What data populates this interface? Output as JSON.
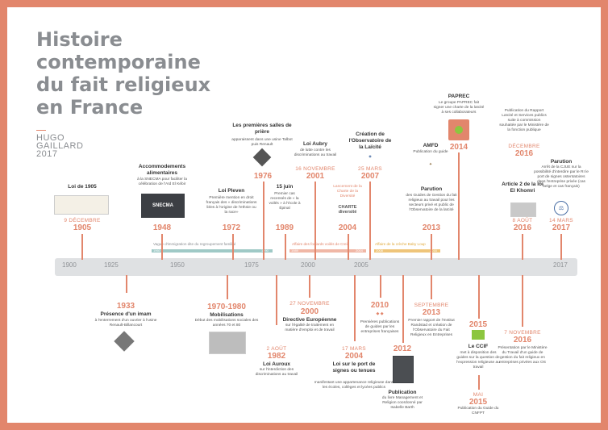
{
  "title": "Histoire contemporaine du fait religieux en France",
  "author": "HUGO GAILLARD 2017",
  "ticks": [
    "1900",
    "1925",
    "1950",
    "1975",
    "2000",
    "2005",
    "2017"
  ],
  "bands": [
    {
      "label": "Vague d'immigration dite du regroupement familial",
      "start": "1960",
      "end": "1990"
    },
    {
      "label": "Affaire des foulards voilés de Creil",
      "start": "1989",
      "end": "2004"
    },
    {
      "label": "Affaire de la crèche Baby Loup",
      "start": "2008",
      "end": "2016"
    }
  ],
  "events": {
    "e1905": {
      "date": "9 DÉCEMBRE",
      "year": "1905",
      "title": "Loi de 1905"
    },
    "e1933": {
      "year": "1933",
      "title": "Présence d'un imam",
      "desc": "à l'enterrement d'un ouvrier à l'usine Renault-Billancourt"
    },
    "e1948": {
      "year": "1948",
      "title": "Accommodements alimentaires",
      "desc": "à la SNECMA pour faciliter la célébration de l'Aïd El Kébir",
      "img": "SNECMA"
    },
    "e1970": {
      "year": "1970-1980",
      "title": "Mobilisations",
      "desc": "Début des mobilisations sociales des années 70 et 80"
    },
    "e1972": {
      "year": "1972",
      "title": "Loi Pleven",
      "desc": "Première mention en droit français des « discriminations liées à l'origine de l'ethnie ou la race»"
    },
    "e1976": {
      "year": "1976",
      "title": "Les premières salles de prière",
      "desc": "apparaissent dans une usine Talbot puis Renault"
    },
    "e1982": {
      "date": "2 AOÛT",
      "year": "1982",
      "title": "Loi Auroux",
      "desc": "sur l'interdiction des discriminations au travail"
    },
    "e1989": {
      "date": "15 juin",
      "year": "1989",
      "desc": "Premier cas recensés de « la voilés » à l'école à Épinal"
    },
    "e2000": {
      "date": "27 NOVEMBRE",
      "year": "2000",
      "title": "Directive Européenne",
      "desc": "sur l'égalité de traitement en matière d'emploi et de travail"
    },
    "e2001": {
      "date": "16 NOVEMBRE",
      "year": "2001",
      "title": "Loi Aubry",
      "desc": "de lutte contre les discriminations au travail"
    },
    "e2004a": {
      "year": "2004",
      "desc": "Lancement de la Charte de la Diversité",
      "logo": "CHARTE diversité"
    },
    "e2004b": {
      "date": "17 MARS",
      "year": "2004",
      "title": "Loi sur le port de signes ou tenues",
      "desc": "manifestant une appartenance religieuse dans les écoles, collèges et lycées publics"
    },
    "e2007": {
      "date": "25 MARS",
      "year": "2007",
      "title": "Création de l'Observatoire de la Laïcité"
    },
    "e2010": {
      "year": "2010",
      "desc": "Premières publications de guides par les entreprises françaises"
    },
    "e2012": {
      "year": "2012",
      "title": "Publication",
      "desc": "du livre Management et Religion coordonné par Isabelle Barth"
    },
    "e2013a": {
      "year": "2013",
      "title": "Parution",
      "desc": "des Guides de Gestion du fait religieux au travail pour les secteurs privé et public de l'Observatoire de la laïcité"
    },
    "e2013b": {
      "date": "SEPTEMBRE",
      "year": "2013",
      "desc": "Premier rapport de l'Institut Randstad et création de l'Observatoire du Fait Religieux en Entreprises"
    },
    "e2013c": {
      "title": "AMFD",
      "desc": "Publication du guide"
    },
    "e2014": {
      "year": "2014",
      "title": "PAPREC",
      "desc": "Le groupe PAPREC fait signer une charte de la laïcité à ses collaborateurs"
    },
    "e2015a": {
      "year": "2015",
      "title": "Le CCIF",
      "desc": "met à disposition des guides sur la question de l'expression religieuse au travail"
    },
    "e2015b": {
      "date": "MAI",
      "year": "2015",
      "desc": "Publication du Guide du CNFPT"
    },
    "e2016a": {
      "date": "8 AOÛT",
      "year": "2016",
      "title": "Article 2 de la loi El Khomri"
    },
    "e2016b": {
      "date": "DÉCEMBRE",
      "year": "2016",
      "desc": "Publication du Rapport Laïcité et Services publics suite à commission souhaitée par le Ministère de la fonction publique"
    },
    "e2016c": {
      "date": "7 NOVEMBRE",
      "year": "2016",
      "desc": "Présentation par le Ministère du Travail d'un guide de gestion du fait religieux en entreprises privées aux OS"
    },
    "e2017": {
      "date": "14 MARS",
      "year": "2017",
      "title": "Parution",
      "desc": "Arrêt de la CJUE sur la possibilité d'interdire par le RI le port de signes ostentatoires dans l'entreprise privée (cas belge et cas français)"
    }
  },
  "colors": {
    "accent": "#e2866c",
    "gold": "#e0a93a",
    "teal": "#9fc9c6",
    "bar": "#dfe1e3",
    "title": "#8a8d91"
  }
}
